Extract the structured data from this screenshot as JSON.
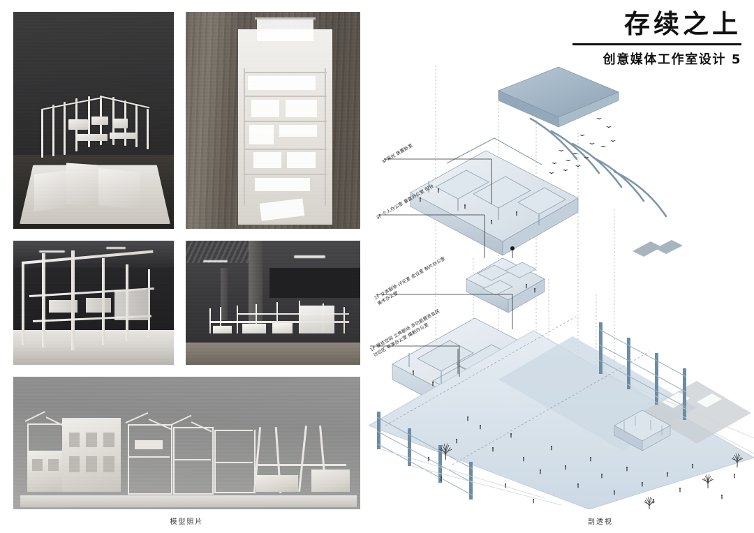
{
  "board": {
    "title_main": "存续之上",
    "title_sub": "创意媒体工作室设计 5",
    "background_color": "#ffffff",
    "accent_color": "#7b93a8"
  },
  "photo_panel": {
    "caption": "模型照片",
    "photos": [
      {
        "name": "photo-model-interior-gable",
        "alt": "白色模型室内，山墙框架与家具",
        "tone": "dark-room"
      },
      {
        "name": "photo-model-plan-top",
        "alt": "木地板上的平面模型俯视",
        "tone": "wood-floor"
      },
      {
        "name": "photo-model-frame-closeup",
        "alt": "结构框架近景",
        "tone": "dark-interior"
      },
      {
        "name": "photo-model-section-row",
        "alt": "展厅中的剖面模型排列",
        "tone": "exhibition-hall"
      },
      {
        "name": "photo-model-long-section",
        "alt": "长向剖面模型全景",
        "tone": "grey-backdrop"
      }
    ]
  },
  "axonometric": {
    "caption": "剖透视",
    "annotations": [
      {
        "id": "level-3-roof",
        "text": "3F采光 放置卧室"
      },
      {
        "id": "level-3-office",
        "text": "3F 个人办公室 垂直办公室 阳台"
      },
      {
        "id": "level-2",
        "text": "2F 立体剧场 讨论室 会议室 制片办公室 美术办公室"
      },
      {
        "id": "level-1",
        "text": "1F 展览空间 立体剧场 多功能展览会区 讨论区 导演办公室 编剧办公室"
      }
    ],
    "layers": [
      {
        "id": "roof-plane",
        "label": "屋顶"
      },
      {
        "id": "canopy-ribs",
        "label": "曲线檐板"
      },
      {
        "id": "level-3-volume",
        "label": "三层体量"
      },
      {
        "id": "level-2-volume",
        "label": "二层体量"
      },
      {
        "id": "level-1-volume",
        "label": "一层体量"
      },
      {
        "id": "site-plane",
        "label": "场地基面"
      },
      {
        "id": "rail-structure",
        "label": "钢架廊道"
      }
    ],
    "scene_elements": {
      "birds": 14,
      "trees": 4,
      "figures": 48
    },
    "colors": {
      "site_plane": "#dce4ec",
      "roof": "#9fb3c4",
      "volume_light": "#e3e9ef",
      "volume_mid": "#b9c6d2",
      "structure_blue": "#6d8ca3",
      "line": "#5d6b78"
    }
  }
}
